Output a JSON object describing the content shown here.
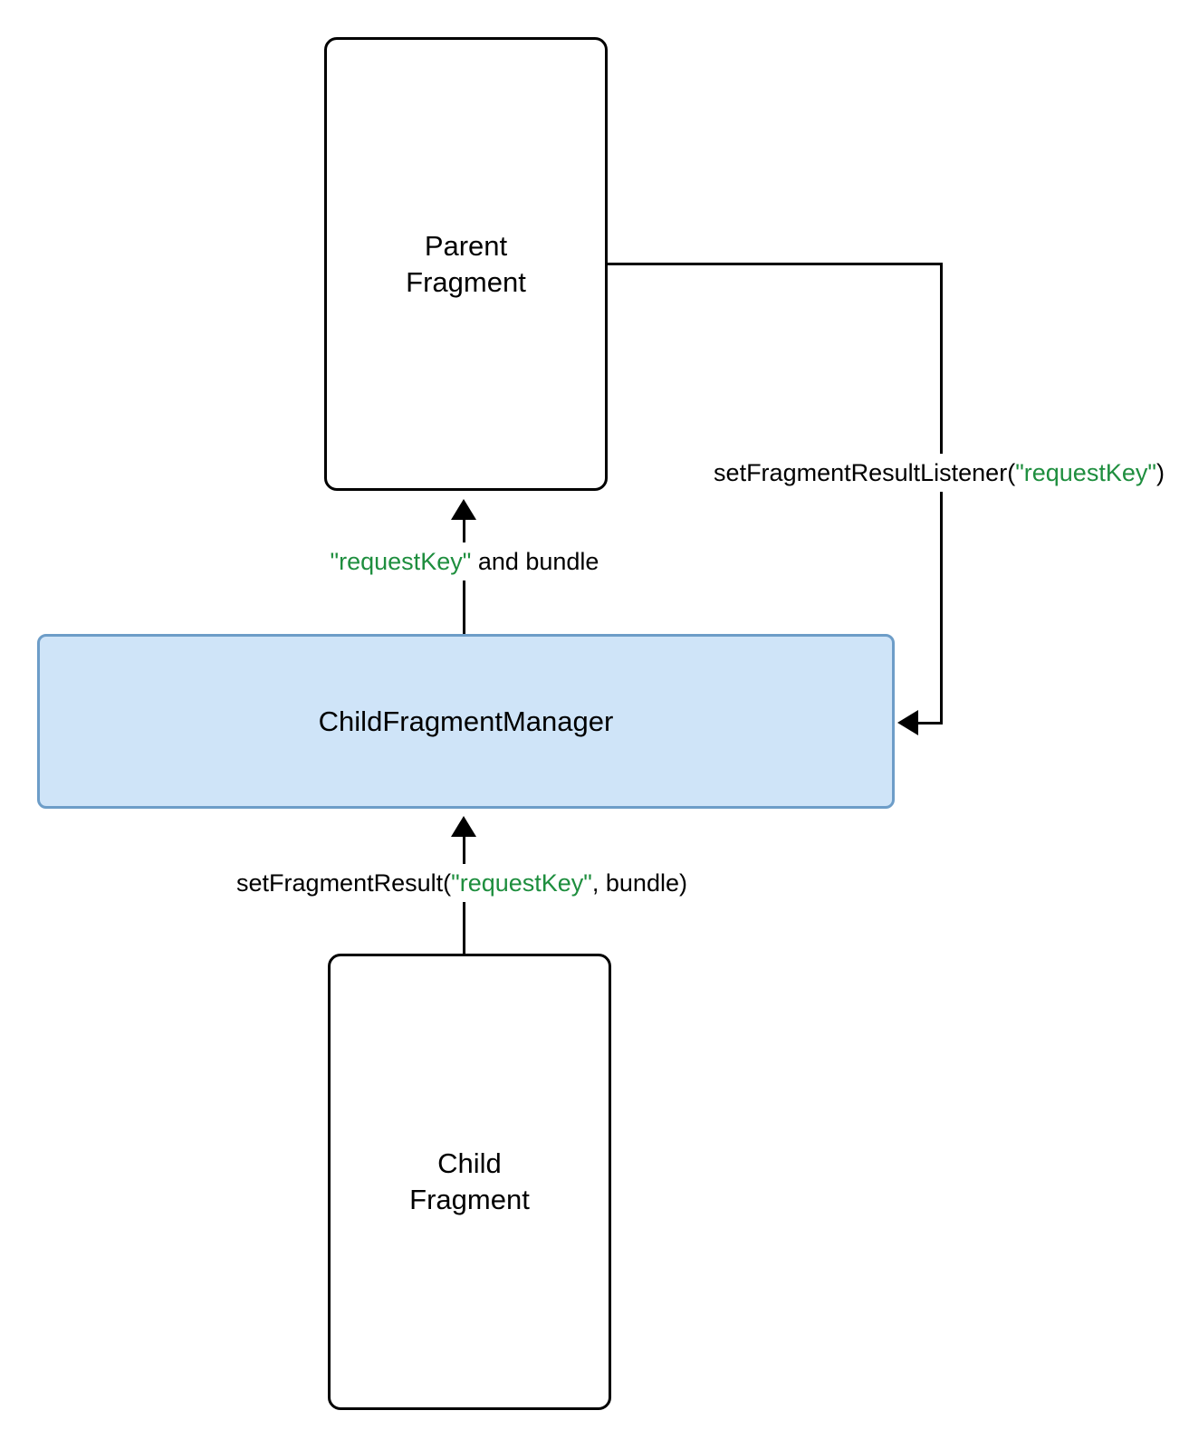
{
  "colors": {
    "code_green": "#1e8e3e",
    "box_blue_fill": "#cfe4f8",
    "box_blue_border": "#6d9dc8",
    "line_black": "#000000"
  },
  "boxes": {
    "parent": {
      "title": "Parent\nFragment"
    },
    "manager": {
      "title": "ChildFragmentManager"
    },
    "child": {
      "title": "Child\nFragment"
    }
  },
  "labels": {
    "listener": {
      "parts": [
        {
          "text": "setFragmentResultListener(",
          "color": "black"
        },
        {
          "text": "\"requestKey\"",
          "color": "green"
        },
        {
          "text": ")",
          "color": "black"
        }
      ]
    },
    "deliver": {
      "parts": [
        {
          "text": "\"requestKey\"",
          "color": "green"
        },
        {
          "text": " and bundle",
          "color": "black"
        }
      ]
    },
    "result": {
      "parts": [
        {
          "text": "setFragmentResult(",
          "color": "black"
        },
        {
          "text": "\"requestKey\"",
          "color": "green"
        },
        {
          "text": ", bundle)",
          "color": "black"
        }
      ]
    }
  }
}
